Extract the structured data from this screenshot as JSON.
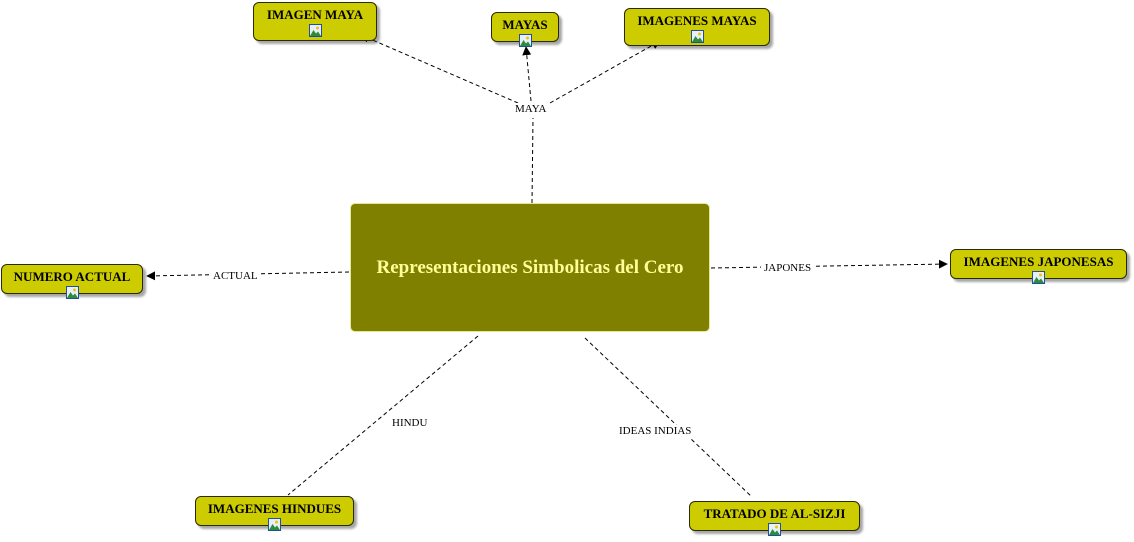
{
  "center": {
    "label": "Representaciones Simbolicas del Cero"
  },
  "nodes": {
    "imagen_maya": {
      "label": "IMAGEN MAYA",
      "icon": "image-icon"
    },
    "mayas": {
      "label": "MAYAS",
      "icon": "image-icon"
    },
    "imagenes_mayas": {
      "label": "IMAGENES MAYAS",
      "icon": "image-icon"
    },
    "numero_actual": {
      "label": "NUMERO ACTUAL",
      "icon": "image-icon"
    },
    "imagenes_japonesas": {
      "label": "IMAGENES JAPONESAS",
      "icon": "image-icon"
    },
    "imagenes_hindues": {
      "label": "IMAGENES HINDUES",
      "icon": "image-icon"
    },
    "tratado_al_sizji": {
      "label": "TRATADO DE AL-SIZJI",
      "icon": "image-icon"
    }
  },
  "edge_labels": {
    "maya": "MAYA",
    "actual": "ACTUAL",
    "japones": "JAPONES",
    "hindu": "HINDU",
    "ideas_indias": "IDEAS INDIAS"
  },
  "colors": {
    "center_fill": "#808000",
    "center_text": "#ffff99",
    "node_fill": "#cccc00",
    "line": "#000000"
  }
}
